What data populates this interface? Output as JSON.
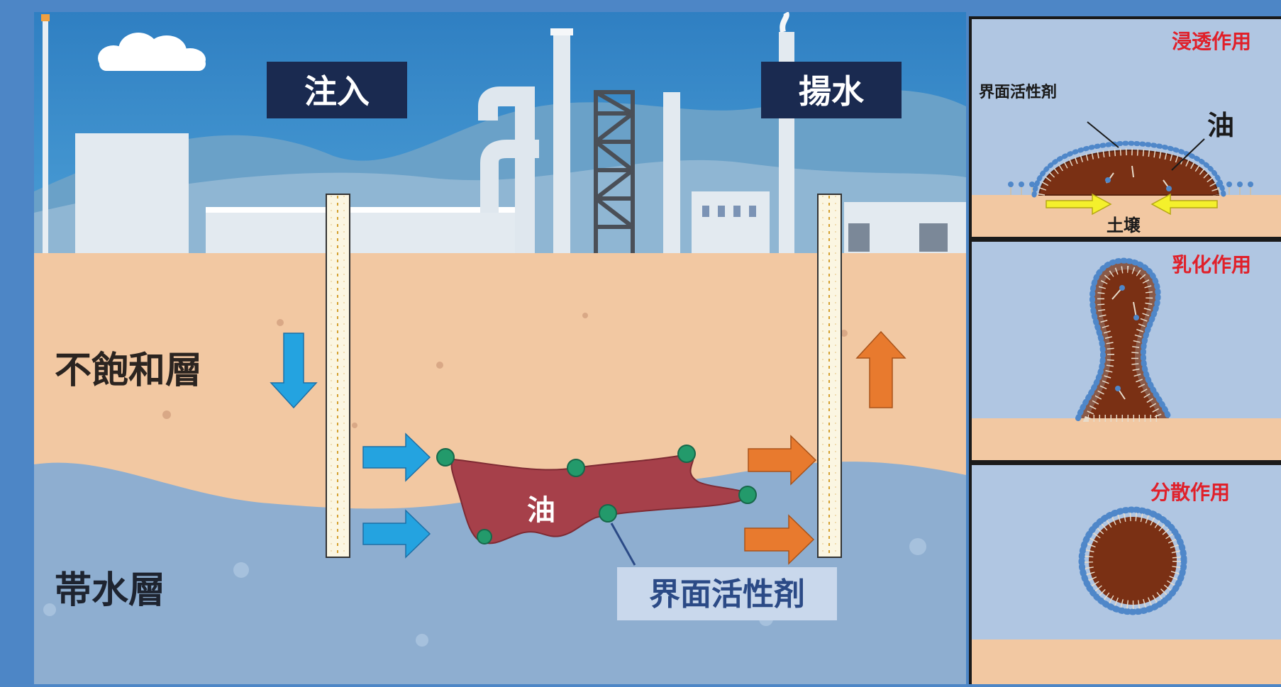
{
  "main": {
    "label_injection": "注入",
    "label_pumping": "揚水",
    "label_unsaturated": "不飽和層",
    "label_aquifer": "帯水層",
    "label_oil": "油",
    "label_surfactant": "界面活性剤"
  },
  "panels": {
    "penetration": {
      "title": "浸透作用",
      "label_surfactant": "界面活性剤",
      "label_oil": "油",
      "label_soil": "土壌"
    },
    "emulsification": {
      "title": "乳化作用"
    },
    "dispersion": {
      "title": "分散作用"
    }
  },
  "colors": {
    "sky": "#3a8ac8",
    "soil": "#f2c8a2",
    "aquifer": "#8eaed0",
    "oil_main": "#a6404a",
    "oil_panel": "#7a3014",
    "surfactant_bead": "#239a6b",
    "label_box": "#1a2a50",
    "arrow_blue": "#24a3e0",
    "arrow_orange": "#e87a2e",
    "panel_title": "#e0202a"
  }
}
